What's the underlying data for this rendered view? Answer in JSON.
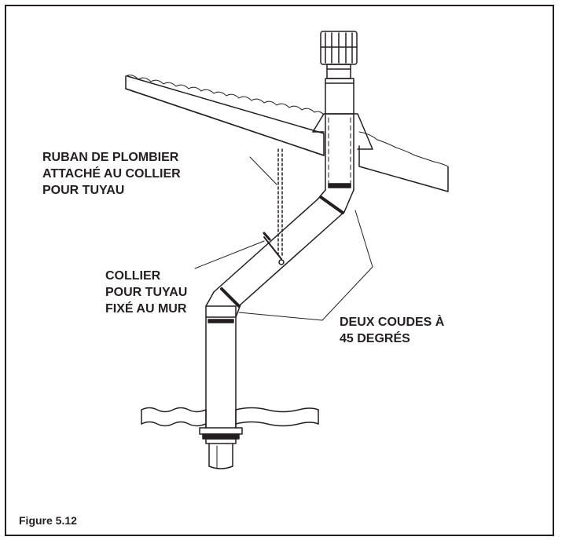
{
  "labels": {
    "ruban": [
      "RUBAN DE PLOMBIER",
      "ATTACHÉ AU COLLIER",
      "POUR TUYAU"
    ],
    "collier": [
      "COLLIER",
      "POUR TUYAU",
      "FIXÉ AU MUR"
    ],
    "coudes": [
      "DEUX COUDES À",
      "45 DEGRÉS"
    ]
  },
  "caption": "Figure 5.12",
  "colors": {
    "ink": "#231f20",
    "background": "#ffffff"
  }
}
